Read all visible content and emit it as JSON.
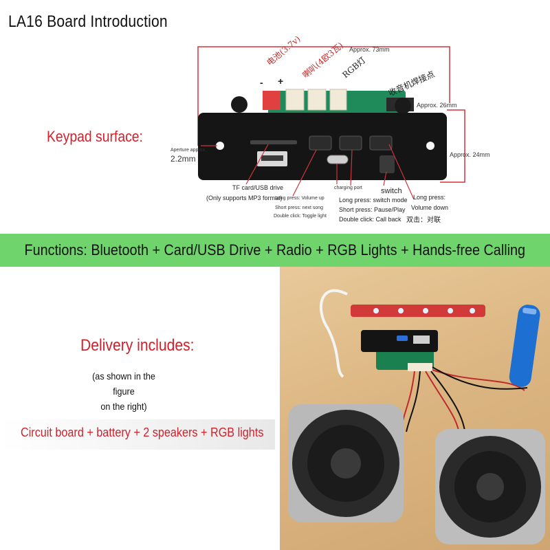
{
  "title": "LA16 Board Introduction",
  "keypad_label": "Keypad surface:",
  "board": {
    "dim_width": "Approx. 73mm",
    "dim_height": "Approx. 26mm",
    "dim_height2": "Approx. 24mm",
    "aperture": "Aperture approx.",
    "aperture_value": "2.2mm",
    "battery_cn": "电池(3.7v)",
    "minus": "-",
    "plus": "+",
    "speaker_cn": "喇叭(4欧3瓦)",
    "rgb_cn": "RGB灯",
    "antenna_cn": "收音机焊接点",
    "tf_usb_1": "TF card/USB drive",
    "tf_usb_2": "(Only supports MP3 format)",
    "btn_left_long": "Long press: Volume up",
    "btn_left_short": "Short press: next song",
    "btn_left_double": "Double click: Toggle light",
    "charging": "charging port",
    "switch": "switch",
    "btn_mid_long": "Long press: switch mode",
    "btn_mid_short": "Short press: Pause/Play",
    "btn_mid_double": "Double click: Call back",
    "btn_right_long": "Long press:",
    "btn_right_long2": "Volume down",
    "btn_right_double_cn": "双击：对联"
  },
  "functions": "Functions: Bluetooth + Card/USB Drive + Radio + RGB Lights + Hands-free Calling",
  "delivery_label": "Delivery includes:",
  "delivery_note_1": "(as shown in the figure",
  "delivery_note_2": "on the right)",
  "contents": "Circuit board + battery + 2 speakers + RGB lights",
  "colors": {
    "accent_red": "#d3202a",
    "band_green": "#6fd46c",
    "dim_line_red": "#d0343c"
  }
}
